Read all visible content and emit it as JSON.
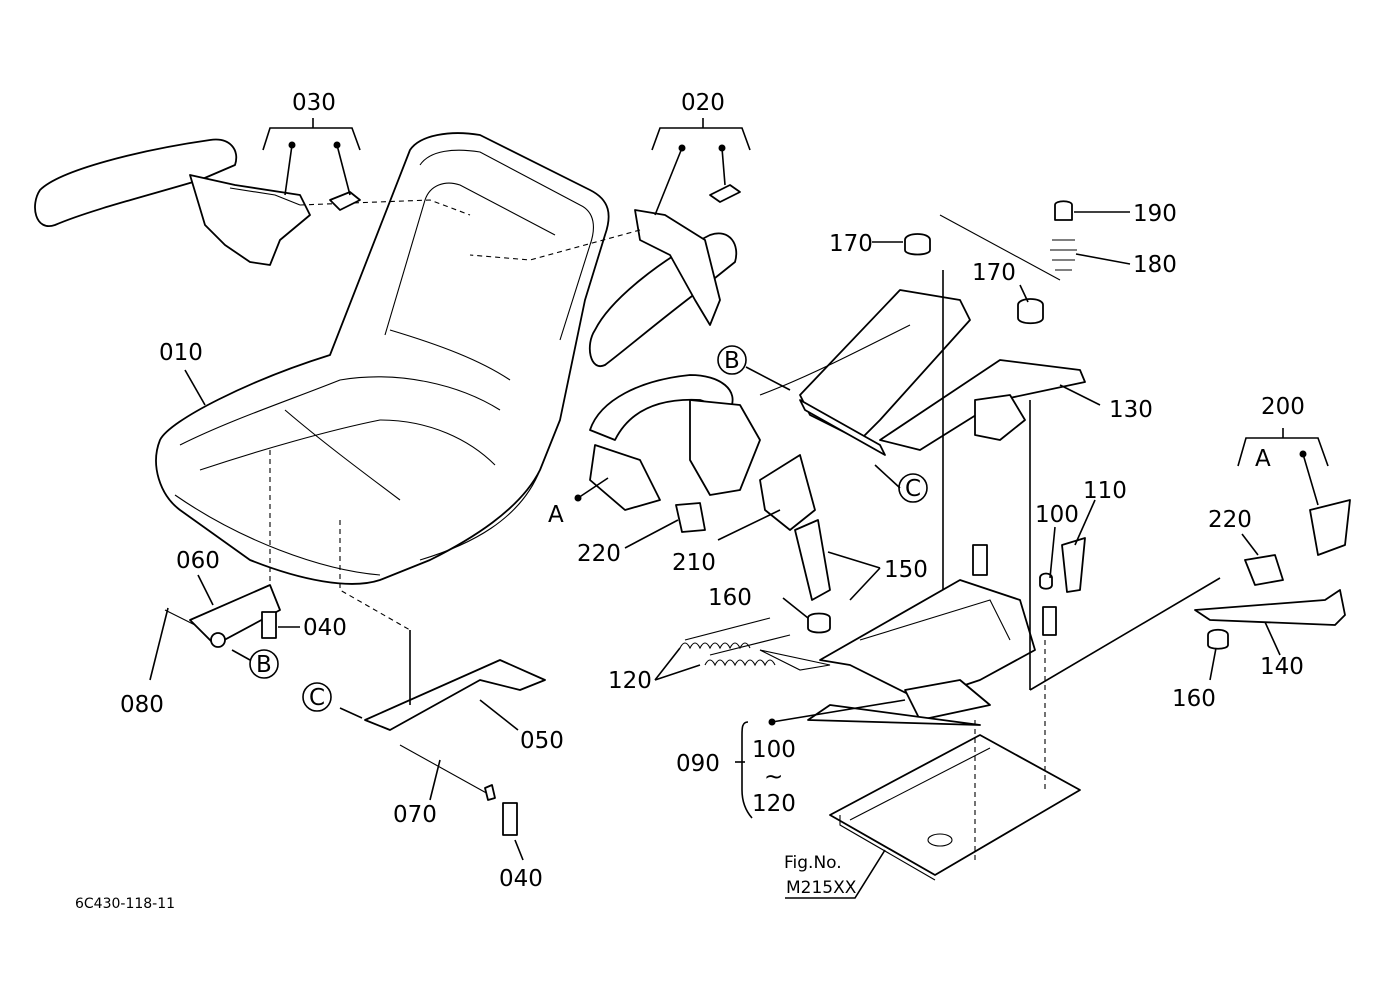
{
  "labels": {
    "p010": "010",
    "p020": "020",
    "p030": "030",
    "p040a": "040",
    "p040b": "040",
    "p050": "050",
    "p060": "060",
    "p070": "070",
    "p080": "080",
    "p090": "090",
    "p100a": "100",
    "p100b": "100",
    "p110": "110",
    "p120a": "120",
    "p120b": "120",
    "p130": "130",
    "p140": "140",
    "p150": "150",
    "p160a": "160",
    "p160b": "160",
    "p170a": "170",
    "p170b": "170",
    "p180": "180",
    "p190": "190",
    "p200": "200",
    "p210": "210",
    "p220a": "220",
    "p220b": "220",
    "range_sep": "~"
  },
  "refs": {
    "a1": "A",
    "a2": "A",
    "b1": "B",
    "b2": "B",
    "c1": "C",
    "c2": "C"
  },
  "figure": {
    "fig_label": "Fig.No.",
    "fig_number": "M215XX",
    "drawing_code": "6C430-118-11"
  }
}
